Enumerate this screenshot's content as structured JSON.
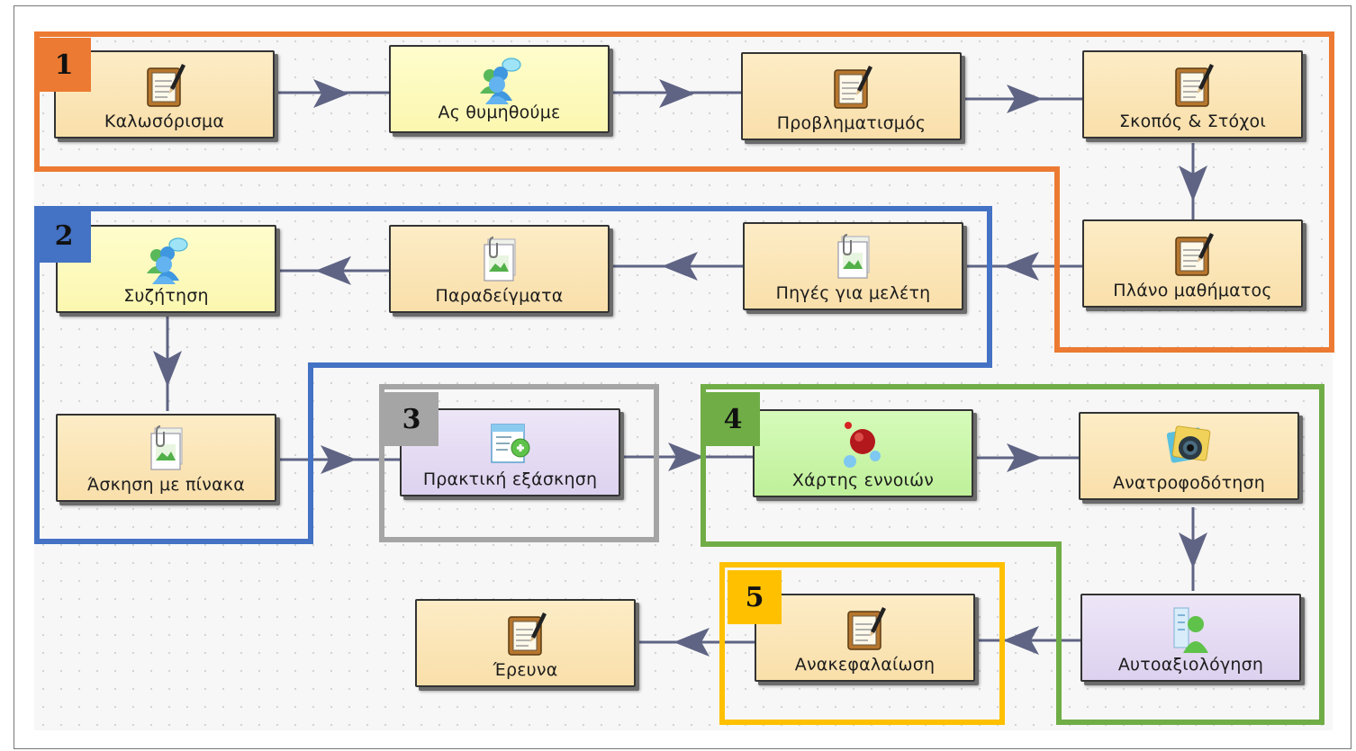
{
  "nodes": {
    "kalosorisma": "Καλωσόρισμα",
    "as_thymithoume": "Ας θυμηθούμε",
    "provlimatismos": "Προβληματισμός",
    "skopos_stoxoi": "Σκοπός & Στόχοι",
    "plano_mathimatos": "Πλάνο μαθήματος",
    "piges_gia_meleti": "Πηγές για μελέτη",
    "paradeigmata": "Παραδείγματα",
    "syzitisi": "Συζήτηση",
    "askisi_me_pinaka": "Άσκηση με πίνακα",
    "praktiki_exaskisi": "Πρακτική εξάσκηση",
    "xartis_ennoion": "Χάρτης εννοιών",
    "anatrofodotisi": "Ανατροφοδότηση",
    "aftoaxiologisi": "Αυτοαξιολόγηση",
    "anakefalaiosi": "Ανακεφαλαίωση",
    "erevna": "Έρευνα"
  },
  "groups": [
    "1",
    "2",
    "3",
    "4",
    "5"
  ],
  "colors": {
    "group1": "#ec7a32",
    "group2": "#4472c4",
    "group3": "#a5a5a5",
    "group4": "#70ad47",
    "group5": "#ffc000",
    "connector": "#5f6484"
  },
  "icons": {
    "notepad": "notepad-pencil-icon",
    "people": "people-icon",
    "picture": "picture-page-icon",
    "form": "form-add-icon",
    "concept": "concept-map-icon",
    "feedback": "feedback-camera-icon",
    "self": "self-assessment-icon"
  }
}
